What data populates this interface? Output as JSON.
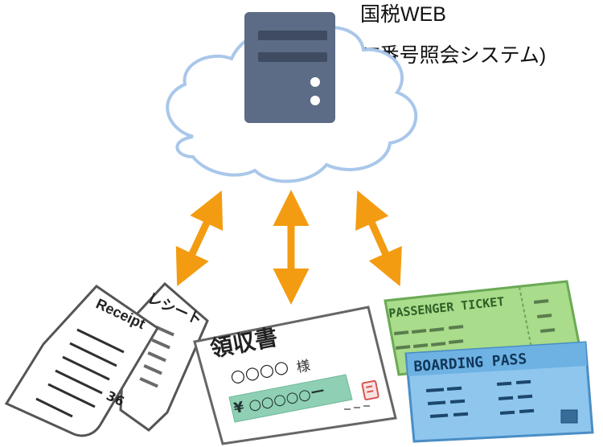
{
  "caption": {
    "line1": "国税WEB",
    "line2": "(T番号照会システム)"
  },
  "receipt_paper": {
    "title": "Receipt",
    "total": "36"
  },
  "short_receipt": {
    "title": "レシート"
  },
  "invoice": {
    "title": "領収書",
    "recipient_mark": "○○○○",
    "honorific": "様",
    "amount": "¥ ○○○○○ー"
  },
  "tickets": {
    "passenger": "PASSENGER TICKET",
    "boarding": "BOARDING PASS"
  },
  "icons": {
    "cloud": "cloud-icon",
    "server": "server-icon",
    "arrow": "double-arrow-icon",
    "stamp": "seal-stamp-icon"
  },
  "colors": {
    "arrow": "#f39c12",
    "server": "#5c6b86",
    "cloud_outline": "#a9c7ea",
    "invoice_band": "#8fd0b4",
    "passenger_ticket": "#a9dc8b",
    "boarding_pass": "#8ec6ee",
    "stamp": "#d9534f"
  }
}
